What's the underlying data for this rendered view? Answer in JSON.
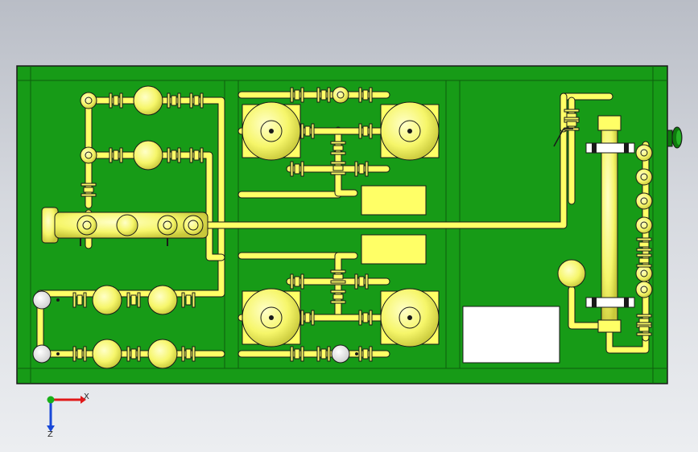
{
  "viewport": {
    "background": "#d4d7dd",
    "view_orientation": "top"
  },
  "model": {
    "base_color": "#179b17",
    "pipe_color": "#ffff66",
    "pipe_shade": "#c9c93a",
    "outline_color": "#1a1a1a",
    "panel_white": "#ffffff",
    "grip_color": "#0e7a0e"
  },
  "triad": {
    "x_label": "X",
    "z_label": "Z",
    "x_color": "#e01818",
    "y_color": "#18b018",
    "z_color": "#1848d8"
  }
}
